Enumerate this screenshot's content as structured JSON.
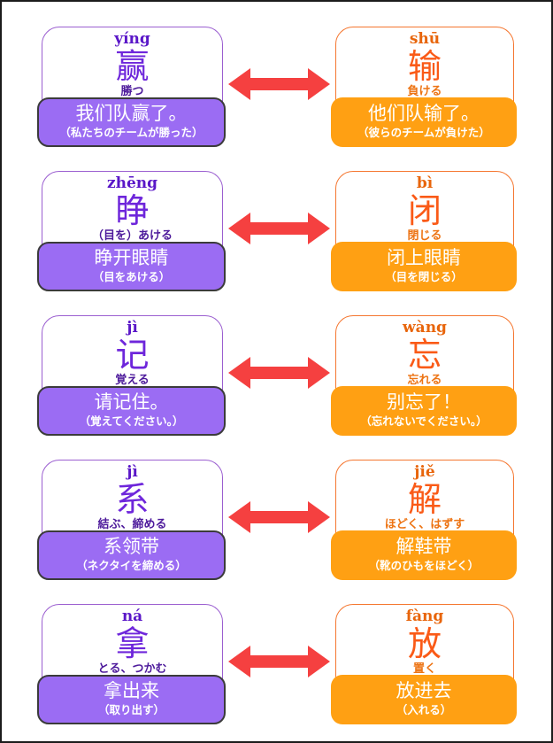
{
  "page": {
    "type": "chinese-antonym-flashcards",
    "background": "#ffffff",
    "frame_border_color": "#1c1c1c"
  },
  "colors": {
    "left_card_border": "#9b5fd0",
    "left_pinyin": "#5a17c8",
    "left_hanzi": "#6e26db",
    "left_gloss": "#4d1a9b",
    "left_box_fill": "#9b6cf3",
    "left_box_border": "#3b3b3b",
    "right_card_border": "#f5762f",
    "right_pinyin": "#e8650b",
    "right_hanzi": "#fa5a17",
    "right_gloss": "#ed7414",
    "right_box_fill": "#ffa013",
    "box_text": "#ffffff",
    "arrow": "#f54040"
  },
  "arrow": {
    "icon": "double-headed-arrow",
    "color": "#f54040"
  },
  "rows": [
    {
      "left": {
        "pinyin": "yíng",
        "hanzi": "赢",
        "gloss": "勝つ",
        "example": "我们队赢了。",
        "translation": "（私たちのチームが勝った）"
      },
      "right": {
        "pinyin": "shū",
        "hanzi": "输",
        "gloss": "負ける",
        "example": "他们队输了。",
        "translation": "（彼らのチームが負けた）"
      }
    },
    {
      "left": {
        "pinyin": "zhēng",
        "hanzi": "睁",
        "gloss": "（目を）あける",
        "example": "睁开眼睛",
        "translation": "（目をあける）"
      },
      "right": {
        "pinyin": "bì",
        "hanzi": "闭",
        "gloss": "閉じる",
        "example": "闭上眼睛",
        "translation": "（目を閉じる）"
      }
    },
    {
      "left": {
        "pinyin": "jì",
        "hanzi": "记",
        "gloss": "覚える",
        "example": "请记住。",
        "translation": "（覚えてください。）"
      },
      "right": {
        "pinyin": "wàng",
        "hanzi": "忘",
        "gloss": "忘れる",
        "example": "别忘了！",
        "translation": "（忘れないでください。）"
      }
    },
    {
      "left": {
        "pinyin": "jì",
        "hanzi": "系",
        "gloss": "結ぶ、締める",
        "example": "系领带",
        "translation": "（ネクタイを締める）"
      },
      "right": {
        "pinyin": "jiě",
        "hanzi": "解",
        "gloss": "ほどく、はずす",
        "example": "解鞋带",
        "translation": "（靴のひもをほどく）"
      }
    },
    {
      "left": {
        "pinyin": "ná",
        "hanzi": "拿",
        "gloss": "とる、つかむ",
        "example": "拿出来",
        "translation": "（取り出す）"
      },
      "right": {
        "pinyin": "fàng",
        "hanzi": "放",
        "gloss": "置く",
        "example": "放进去",
        "translation": "（入れる）"
      }
    }
  ]
}
